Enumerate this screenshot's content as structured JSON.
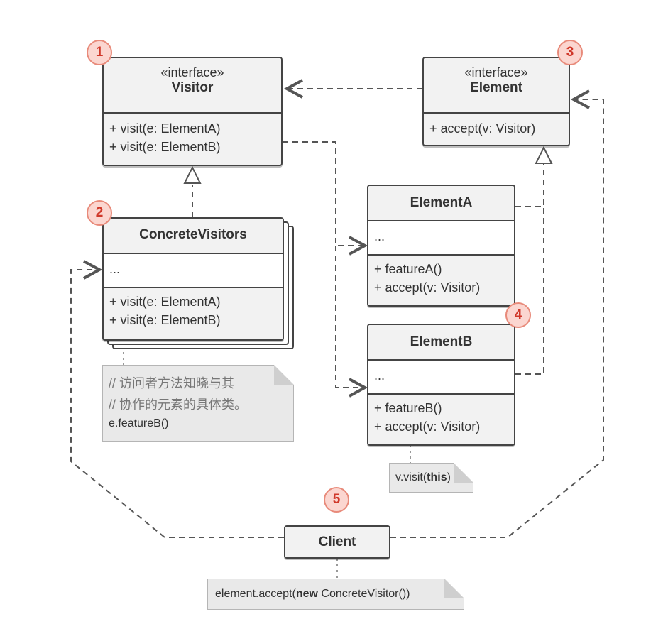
{
  "visitor": {
    "stereotype": "«interface»",
    "name": "Visitor",
    "methods": [
      "+ visit(e: ElementA)",
      "+ visit(e: ElementB)"
    ]
  },
  "element": {
    "stereotype": "«interface»",
    "name": "Element",
    "methods": [
      "+ accept(v: Visitor)"
    ]
  },
  "concrete_visitors": {
    "name": "ConcreteVisitors",
    "fields": "...",
    "methods": [
      "+ visit(e: ElementA)",
      "+ visit(e: ElementB)"
    ]
  },
  "element_a": {
    "name": "ElementA",
    "fields": "...",
    "methods": [
      "+ featureA()",
      "+ accept(v: Visitor)"
    ]
  },
  "element_b": {
    "name": "ElementB",
    "fields": "...",
    "methods": [
      "+ featureB()",
      "+ accept(v: Visitor)"
    ]
  },
  "client": {
    "name": "Client"
  },
  "notes": {
    "visitor_note_lines": [
      "// 访问者方法知晓与其",
      "// 协作的元素的具体类。",
      "e.featureB()"
    ],
    "accept_note_prefix": "v.visit(",
    "accept_note_bold": "this",
    "accept_note_suffix": ")",
    "client_note_prefix": "element.accept(",
    "client_note_bold": "new",
    "client_note_suffix": " ConcreteVisitor())"
  },
  "badges": [
    "1",
    "2",
    "3",
    "4",
    "5"
  ],
  "colors": {
    "badge_fill": "#fbd6d0",
    "badge_border": "#e88a7a",
    "badge_text": "#d0382a",
    "box_border": "#444444",
    "note_fill": "#e9e9e9"
  }
}
